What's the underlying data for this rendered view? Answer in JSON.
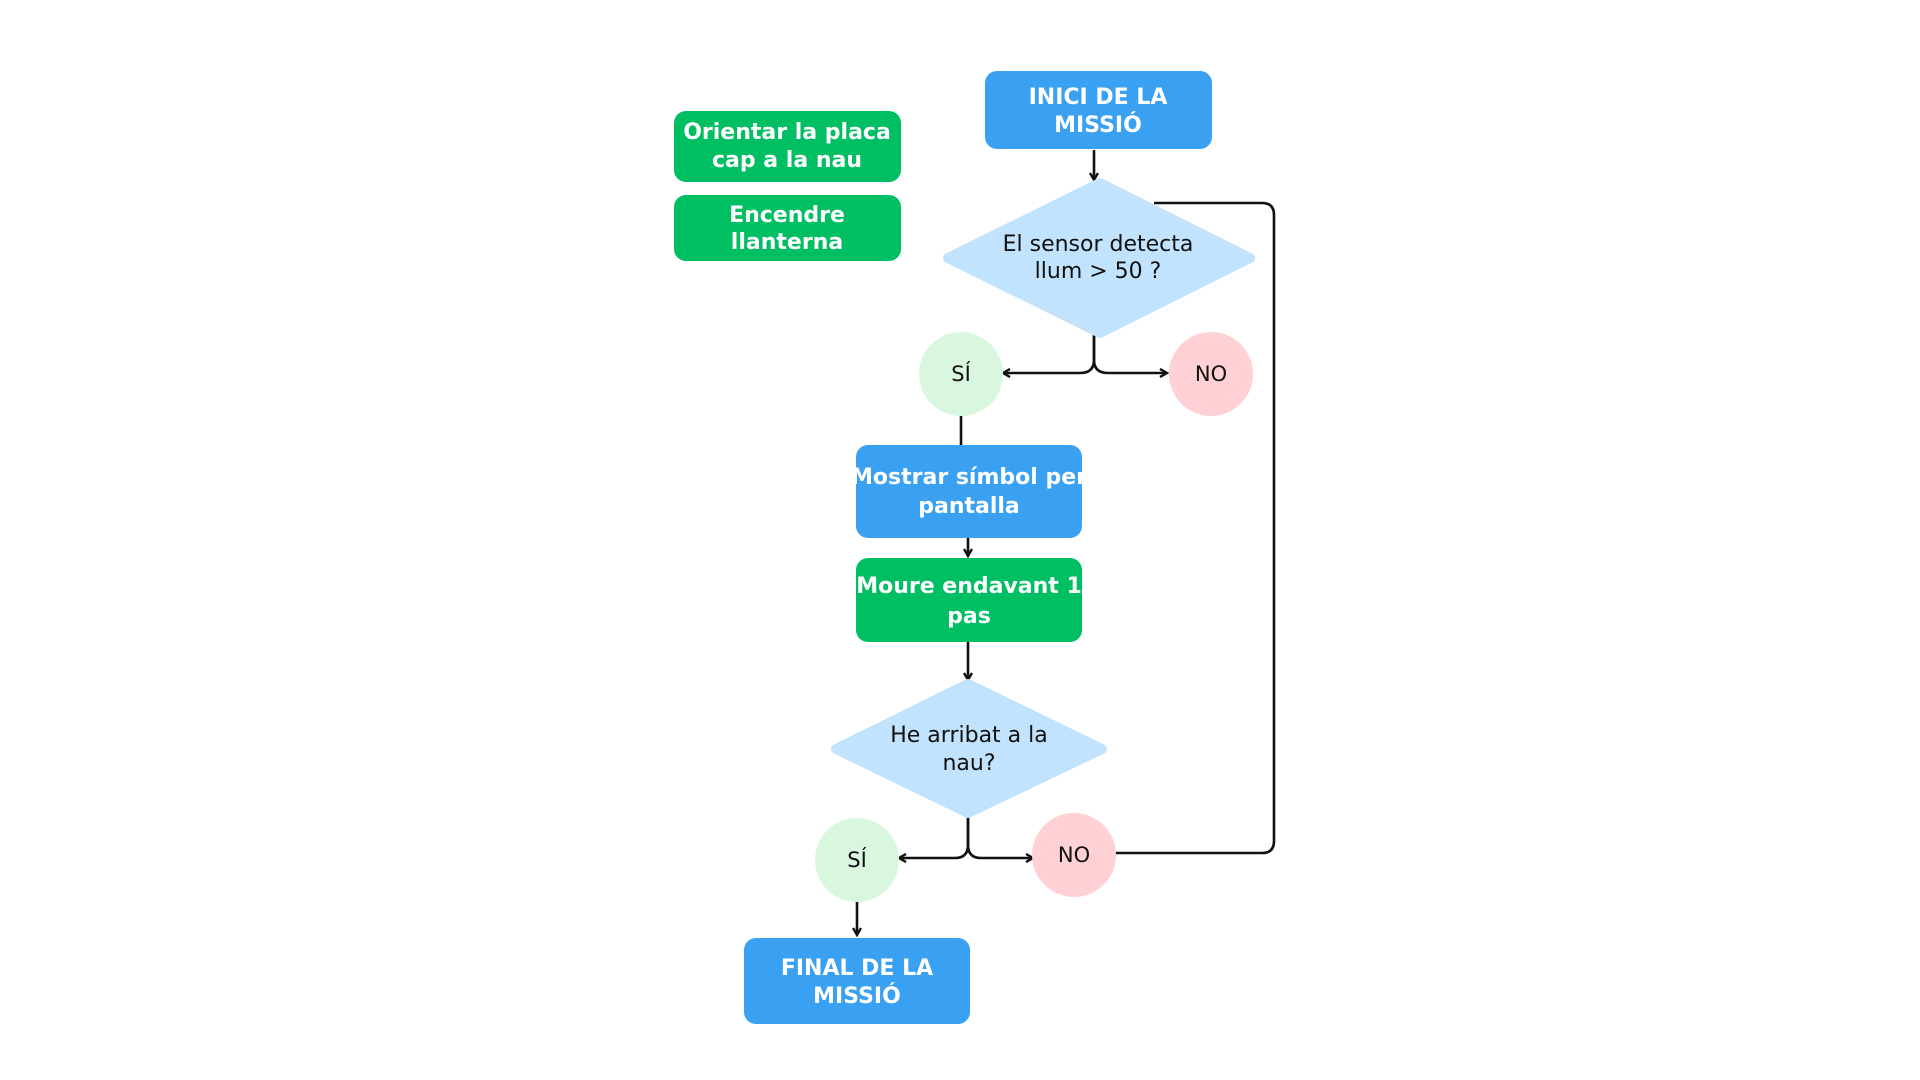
{
  "colors": {
    "start_end": "#3aa1f2",
    "action": "#00bf63",
    "decision": "#c2e3fd",
    "yes": "#d9f7de",
    "no": "#ffd0d4",
    "line": "#111111"
  },
  "flowchart": {
    "start": {
      "line1": "INICI DE LA",
      "line2": "MISSIÓ"
    },
    "side_steps": [
      {
        "line1": "Orientar la placa",
        "line2": "cap a la nau"
      },
      {
        "line1": "Encendre",
        "line2": "llanterna"
      }
    ],
    "decision_light": {
      "line1": "El sensor detecta",
      "line2": "llum > 50 ?"
    },
    "yes_1": "SÍ",
    "no_1": "NO",
    "show_symbol": {
      "line1": "Mostrar símbol per",
      "line2": "pantalla"
    },
    "move_forward": {
      "line1": "Moure endavant 1",
      "line2": "pas"
    },
    "decision_arrived": {
      "line1": "He arribat a la",
      "line2": "nau?"
    },
    "yes_2": "SÍ",
    "no_2": "NO",
    "end": {
      "line1": "FINAL DE LA",
      "line2": "MISSIÓ"
    }
  }
}
